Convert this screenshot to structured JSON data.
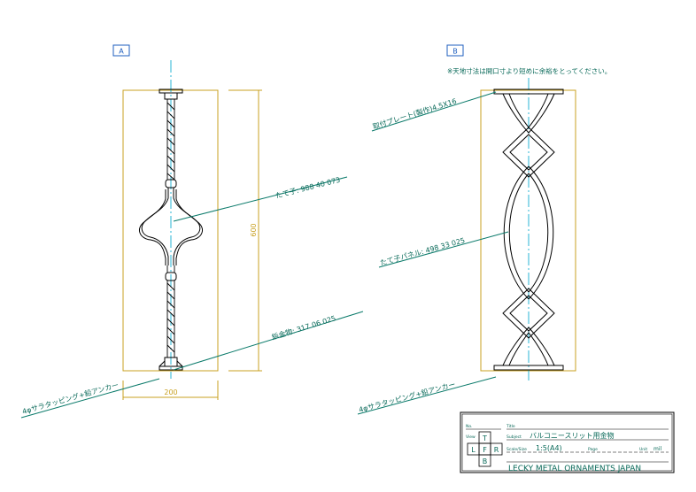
{
  "views": {
    "a": {
      "label": "A"
    },
    "b": {
      "label": "B"
    }
  },
  "note": "※天地寸法は開口寸より短めに余裕をとってください。",
  "callouts": {
    "tatego": "たて子: 988 40 073",
    "jikanamono": "鋲金物: 317 06 025",
    "tapping_a": "4φサラタッピング+鉛アンカー",
    "plate": "取付プレート(製作)4.5X16",
    "panel": "たて子パネル: 498 33 025",
    "tapping_b": "4φサラタッピング+鉛アンカー"
  },
  "dimensions": {
    "height": "600",
    "width": "200"
  },
  "title_block": {
    "no_label": "No.",
    "title_label": "Title",
    "view_label": "View",
    "view_t": "T",
    "view_l": "L",
    "view_f": "F",
    "view_r": "R",
    "view_b": "B",
    "subject_label": "Subject",
    "subject": "バルコニースリット用金物",
    "scale_label": "Scale/Size",
    "scale": "1:5(A4)",
    "page_label": "Page",
    "unit_label": "Unit",
    "unit": "mil",
    "company": "LECKY METAL ORNAMENTS JAPAN"
  },
  "colors": {
    "line": "#000000",
    "leader": "#0a7a6a",
    "text": "#0a6a5a",
    "frame": "#c8a020",
    "center": "#29b6d6",
    "label_box": "#1f5fbf"
  }
}
